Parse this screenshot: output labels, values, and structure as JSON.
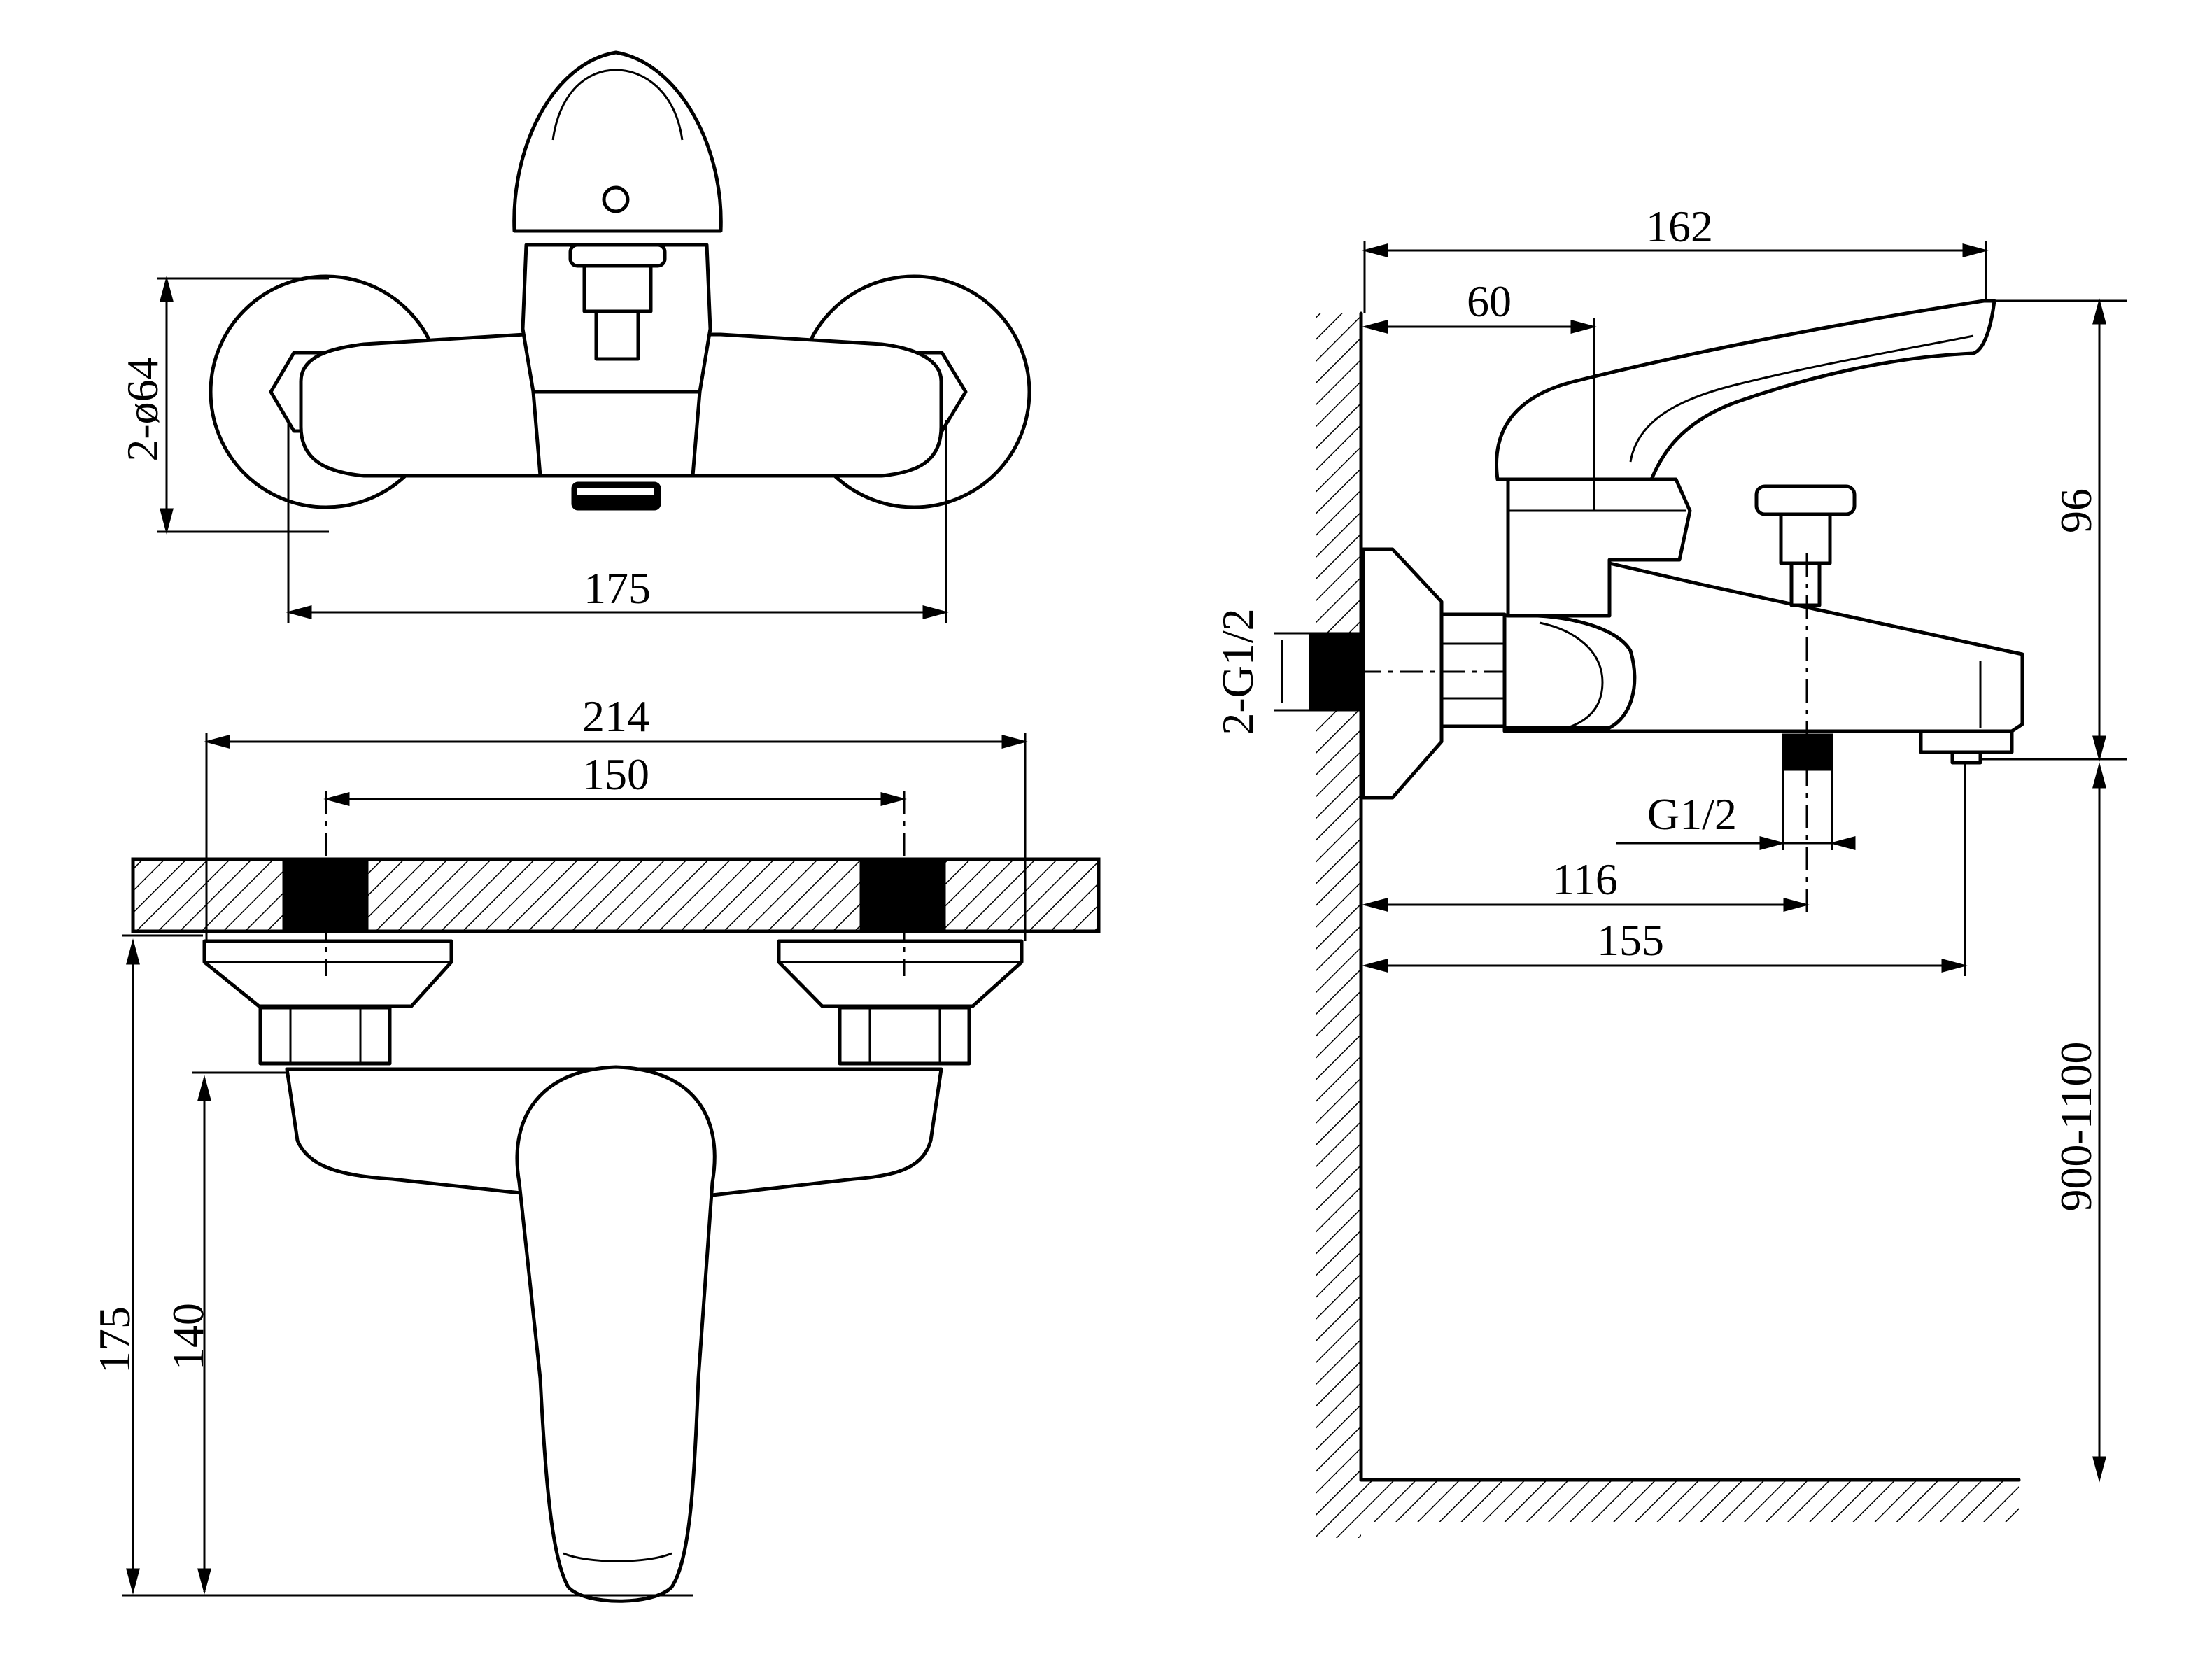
{
  "labels": {
    "top_width": "175",
    "flange_dia": "2-ø64",
    "overall_width": "214",
    "inlet_spacing": "150",
    "front_height_total": "175",
    "front_height_inner": "140",
    "side_depth": "162",
    "handle_offset": "60",
    "side_height": "96",
    "inlet_thread": "2-G1/2",
    "diverter_thread": "G1/2",
    "diverter_offset": "116",
    "spout_reach": "155",
    "mount_height": "900-1100"
  }
}
